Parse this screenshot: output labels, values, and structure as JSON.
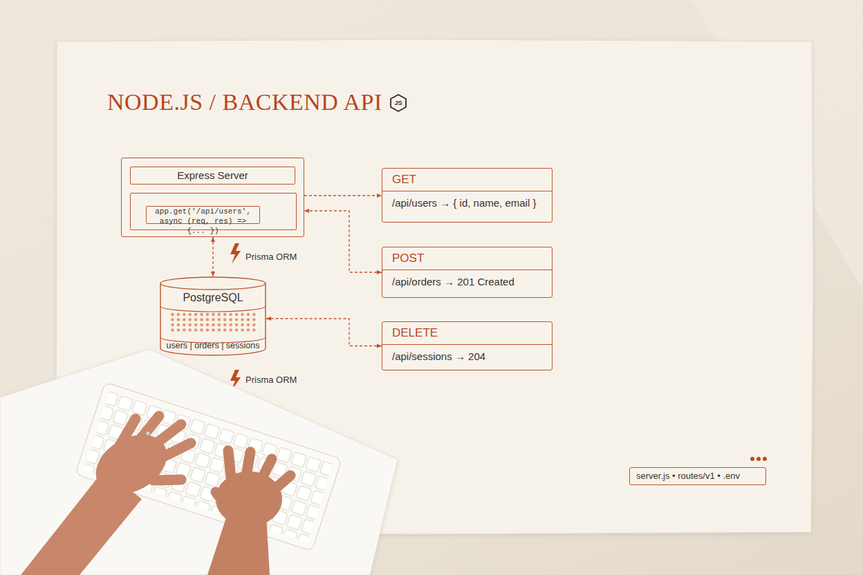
{
  "diagram": {
    "title": "NODE.JS / BACKEND API",
    "nodes": [
      {
        "text": [
          "Express Server"
        ]
      },
      {
        "text": [
          "app.get('/api/users', async (req, res) => {... })"
        ],
        "in": 0
      },
      {
        "text": [
          "PostgreSQL",
          "users | orders | sessions"
        ]
      },
      {
        "text": [
          "GET",
          "/api/users → { id, name, email }"
        ]
      },
      {
        "text": [
          "POST",
          "/api/orders → 201 Created"
        ]
      },
      {
        "text": [
          "DELETE",
          "/api/sessions → 204"
        ]
      },
      {
        "text": [
          "server.js • routes/v1 • .env"
        ]
      }
    ],
    "edges": [
      {
        "from": 0,
        "to": 3,
        "arrow": "to"
      },
      {
        "from": 4,
        "to": 0,
        "arrow": "both"
      },
      {
        "from": 5,
        "to": 2,
        "arrow": "both"
      },
      {
        "from": 0,
        "to": 2,
        "arrow": "both",
        "label": "Prisma ORM"
      }
    ],
    "labels": [
      "JS",
      "Prisma ORM"
    ]
  }
}
